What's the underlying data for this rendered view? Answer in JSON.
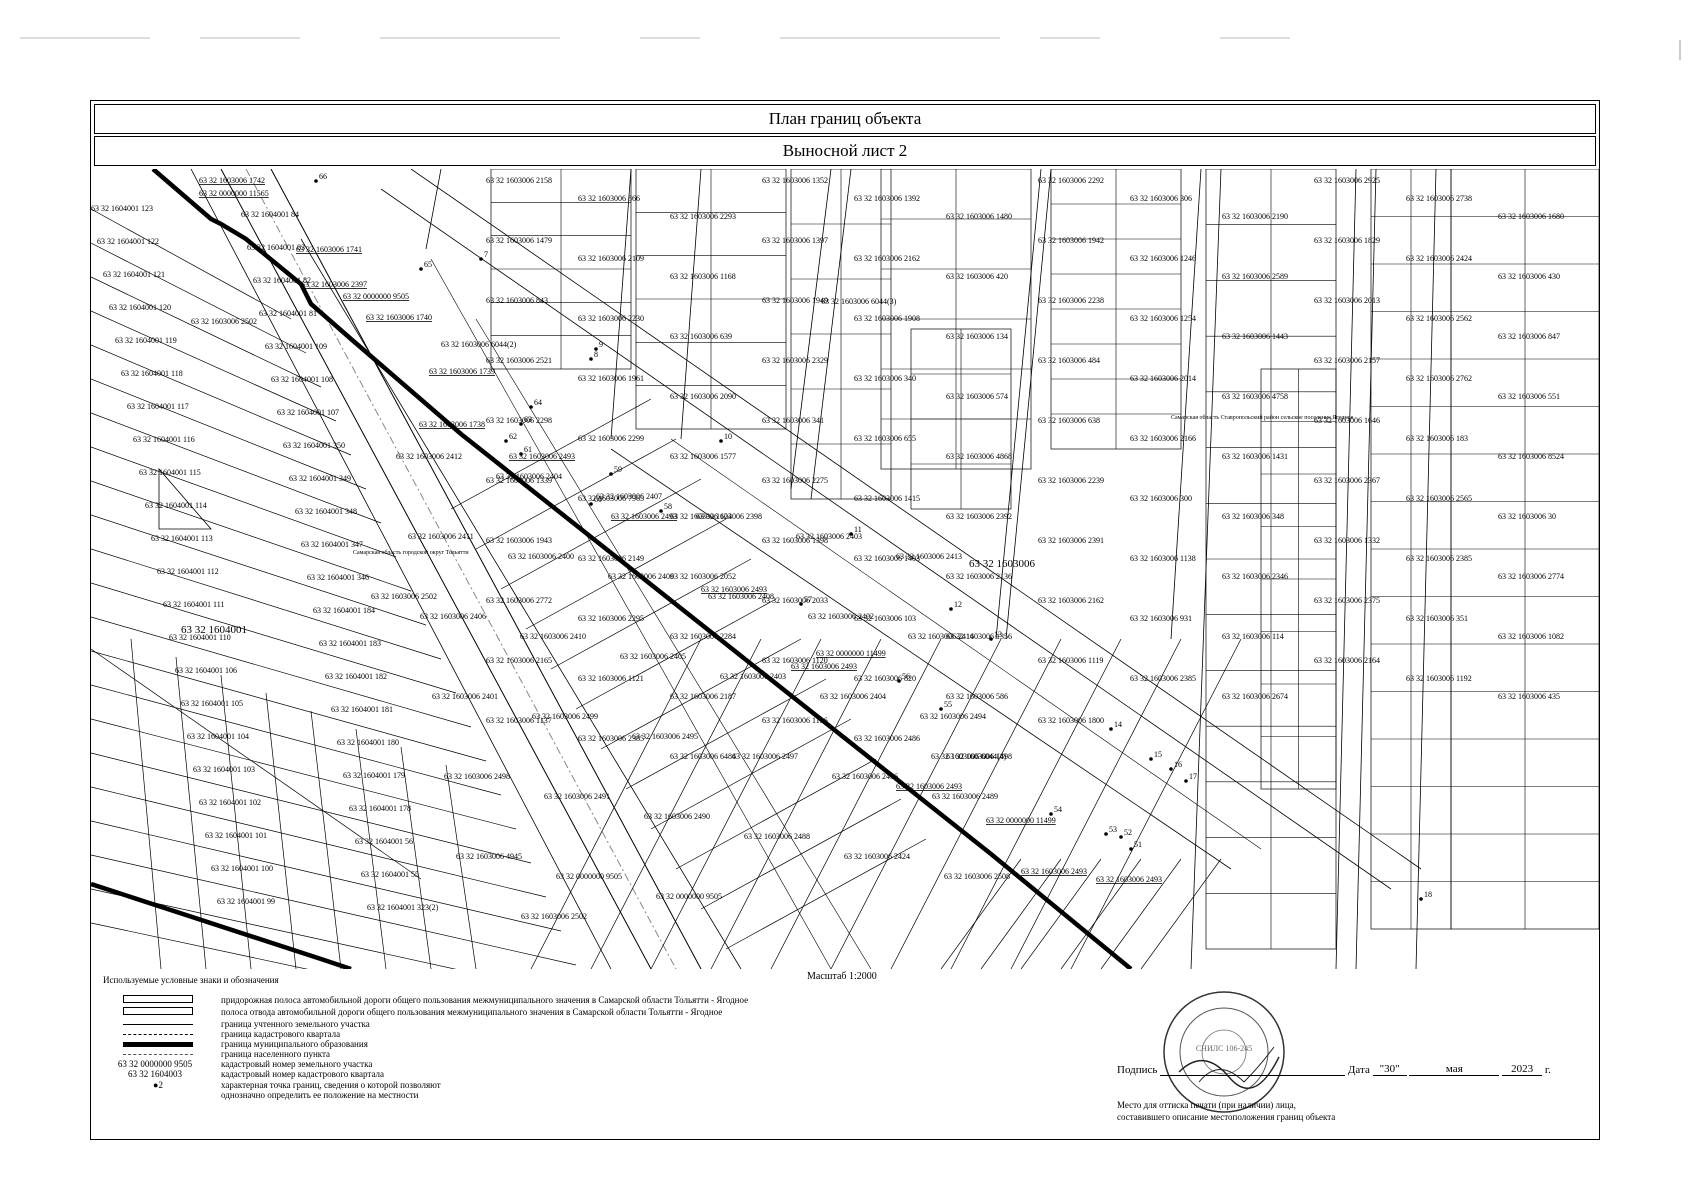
{
  "header": {
    "title": "План границ объекта",
    "subtitle": "Выносной лист 2"
  },
  "map": {
    "quarter_labels": [
      "63 32 1604001",
      "63 32 1603006"
    ],
    "road_labels": [
      "63 32 1603006 2502",
      "63 32 1603006 2502",
      "63 32 1603006 2502",
      "63 32 1603006 6044(4)",
      "63 32 1603006 6044(3)",
      "63 32 1603006 6044(2)"
    ],
    "boundary_labels": [
      "63 32 1603006 2493",
      "63 32 1603006 2493",
      "63 32 1603006 2493",
      "63 32 1603006 2493",
      "63 32 1603006 2493",
      "63 32 1603006 2493",
      "63 32 1603006 2493",
      "63 32 0000000 11499",
      "63 32 0000000 11499"
    ],
    "top_labels": [
      "63 32 1603006 1742",
      "63 32 0000000 11565",
      "63 32 1603006 1741",
      "63 32 1603006 2397",
      "63 32 0000000 9505",
      "63 32 1603006 1740",
      "63 32 1603006 1739",
      "63 32 1603006 1738"
    ],
    "left_parcels": [
      "63 32 1604001 123",
      "63 32 1604001 122",
      "63 32 1604001 121",
      "63 32 1604001 120",
      "63 32 1604001 119",
      "63 32 1604001 118",
      "63 32 1604001 117",
      "63 32 1604001 116",
      "63 32 1604001 115",
      "63 32 1604001 114",
      "63 32 1604001 113",
      "63 32 1604001 112",
      "63 32 1604001 111",
      "63 32 1604001 110",
      "63 32 1604001 106",
      "63 32 1604001 105",
      "63 32 1604001 104",
      "63 32 1604001 103",
      "63 32 1604001 102",
      "63 32 1604001 101",
      "63 32 1604001 100",
      "63 32 1604001 99",
      "63 32 1604001 84",
      "63 32 1604001 83",
      "63 32 1604001 82",
      "63 32 1604001 81",
      "63 32 1604001 109",
      "63 32 1604001 108",
      "63 32 1604001 107",
      "63 32 1604001 350",
      "63 32 1604001 349",
      "63 32 1604001 348",
      "63 32 1604001 347",
      "63 32 1604001 346",
      "63 32 1604001 184",
      "63 32 1604001 183",
      "63 32 1604001 182",
      "63 32 1604001 181",
      "63 32 1604001 180",
      "63 32 1604001 179",
      "63 32 1604001 178",
      "63 32 1604001 56",
      "63 32 1604001 55",
      "63 32 1604001 323(2)"
    ],
    "mid_parcels": [
      "63 32 1603006 2412",
      "63 32 1603006 2404",
      "63 32 1603006 2407",
      "63 32 1603006 2398",
      "63 32 1603006 2403",
      "63 32 1603006 2413",
      "63 32 1603006 2411",
      "63 32 1603006 2400",
      "63 32 1603006 2409",
      "63 32 1603006 2408",
      "63 32 1603006 2402",
      "63 32 1603006 2414",
      "63 32 1603006 2406",
      "63 32 1603006 2410",
      "63 32 1603006 2405",
      "63 32 1603006 2403",
      "63 32 1603006 2404",
      "63 32 1603006 2494",
      "63 32 1603006 2401",
      "63 32 1603006 2499",
      "63 32 1603006 2495",
      "63 32 1603006 2497",
      "63 32 1603006 2496",
      "63 32 1603006 2489",
      "63 32 1603006 2498",
      "63 32 1603006 2491",
      "63 32 1603006 2490",
      "63 32 1603006 2488",
      "63 32 1603006 2424",
      "63 32 1603006 2508",
      "63 32 1603006 4945",
      "63 32 0000000 9505",
      "63 32 0000000 9505"
    ],
    "upper_parcels": [
      "63 32 1603006 2158",
      "63 32 1603006 866",
      "63 32 1603006 2293",
      "63 32 1603006 1352",
      "63 32 1603006 1392",
      "63 32 1603006 1480",
      "63 32 1603006 2292",
      "63 32 1603006 306",
      "63 32 1603006 2190",
      "63 32 1603006 2925",
      "63 32 1603006 2738",
      "63 32 1603006 1680",
      "63 32 1603006 1479",
      "63 32 1603006 2109",
      "63 32 1603006 1168",
      "63 32 1603006 1397",
      "63 32 1603006 2162",
      "63 32 1603006 420",
      "63 32 1603006 1942",
      "63 32 1603006 1246",
      "63 32 1603006 2589",
      "63 32 1603006 1829",
      "63 32 1603006 2424",
      "63 32 1603006 430",
      "63 32 1603006 843",
      "63 32 1603006 2230",
      "63 32 1603006 639",
      "63 32 1603006 1949",
      "63 32 1603006 1908",
      "63 32 1603006 134",
      "63 32 1603006 2238",
      "63 32 1603006 1254",
      "63 32 1603006 1443",
      "63 32 1603006 2013",
      "63 32 1603006 2562",
      "63 32 1603006 847",
      "63 32 1603006 2521",
      "63 32 1603006 1961",
      "63 32 1603006 2090",
      "63 32 1603006 2329",
      "63 32 1603006 340",
      "63 32 1603006 574",
      "63 32 1603006 484",
      "63 32 1603006 2014",
      "63 32 1603006 4758",
      "63 32 1603006 2157",
      "63 32 1603006 2762",
      "63 32 1603006 551",
      "63 32 1603006 2298",
      "63 32 1603006 2299",
      "63 32 1603006 1577",
      "63 32 1603006 341",
      "63 32 1603006 655",
      "63 32 1603006 4868",
      "63 32 1603006 638",
      "63 32 1603006 2166",
      "63 32 1603006 1431",
      "63 32 1603006 1646",
      "63 32 1603006 183",
      "63 32 1603006 8524",
      "63 32 1603006 1339",
      "63 32 1603006 7965",
      "63 32 1603006 124",
      "63 32 1603006 2275",
      "63 32 1603006 1415",
      "63 32 1603006 2392",
      "63 32 1603006 2239",
      "63 32 1603006 300",
      "63 32 1603006 348",
      "63 32 1603006 2367",
      "63 32 1603006 2565",
      "63 32 1603006 30",
      "63 32 1603006 1943",
      "63 32 1603006 2149",
      "63 32 1603006 2052",
      "63 32 1603006 1398",
      "63 32 1603006 1403",
      "63 32 1603006 2136",
      "63 32 1603006 2391",
      "63 32 1603006 1138",
      "63 32 1603006 2346",
      "63 32 1603006 1332",
      "63 32 1603006 2385",
      "63 32 1603006 2774",
      "63 32 1603006 2772",
      "63 32 1603006 2295",
      "63 32 1603006 2284",
      "63 32 1603006 2033",
      "63 32 1603006 103",
      "63 32 1603006 1356",
      "63 32 1603006 2162",
      "63 32 1603006 931",
      "63 32 1603006 114",
      "63 32 1603006 2375",
      "63 32 1603006 351",
      "63 32 1603006 1082",
      "63 32 1603006 2165",
      "63 32 1603006 1121",
      "63 32 1603006 2187",
      "63 32 1603006 1120",
      "63 32 1603006 820",
      "63 32 1603006 586",
      "63 32 1603006 1119",
      "63 32 1603006 2385",
      "63 32 1603006 2674",
      "63 32 1603006 2164",
      "63 32 1603006 1192",
      "63 32 1603006 435",
      "63 32 1603006 1137",
      "63 32 1603006 2385",
      "63 32 1603006 6484",
      "63 32 1603006 1136",
      "63 32 1603006 2486",
      "63 32 1603006 1898",
      "63 32 1603006 1800"
    ],
    "points": [
      "66",
      "65",
      "64",
      "63",
      "62",
      "61",
      "60",
      "59",
      "58",
      "57",
      "56",
      "55",
      "54",
      "53",
      "52",
      "51",
      "11",
      "12",
      "13",
      "14",
      "15",
      "16",
      "17",
      "18",
      "10",
      "9",
      "8",
      "7"
    ],
    "note_texts": [
      "Самарская область городской округ Тольятти",
      "Самарская область Ставропольский район сельское поселение Ягодное"
    ]
  },
  "scale": "Масштаб 1:2000",
  "legend": {
    "title": "Используемые условные знаки и обозначения",
    "items": [
      {
        "symbol": "",
        "text": "придорожная полоса автомобильной дороги общего пользования межмуниципального значения в Самарской области Тольятти - Ягодное"
      },
      {
        "symbol": "",
        "text": "полоса отвода автомобильной дороги общего пользования межмуниципального значения в Самарской области Тольятти - Ягодное"
      },
      {
        "symbol": "",
        "text": "граница учтенного земельного участка"
      },
      {
        "symbol": "",
        "text": "граница кадастрового квартала"
      },
      {
        "symbol": "",
        "text": "граница муниципального образования"
      },
      {
        "symbol": "",
        "text": "граница населенного пункта"
      },
      {
        "symbol": "63 32 0000000 9505",
        "text": "кадастровый номер земельного участка"
      },
      {
        "symbol": "63 32 1604003",
        "text": "кадастровый номер кадастрового квартала"
      },
      {
        "symbol": "●2",
        "text": "характерная точка границ, сведения о которой позволяют"
      },
      {
        "symbol": "",
        "text": "однозначно определить ее положение на местности"
      }
    ]
  },
  "signature": {
    "label": "Подпись",
    "date_label": "Дата",
    "day": "\"30\"",
    "month": "мая",
    "year": "2023",
    "year_suffix": "г.",
    "stamp_note_1": "Место для оттиска печати (при наличии) лица,",
    "stamp_note_2": "составившего описание местоположения границ объекта",
    "stamp_text": "СНИЛС 106-245"
  },
  "colors": {
    "ink": "#000000",
    "paper": "#ffffff",
    "grey_road": "#888888"
  }
}
